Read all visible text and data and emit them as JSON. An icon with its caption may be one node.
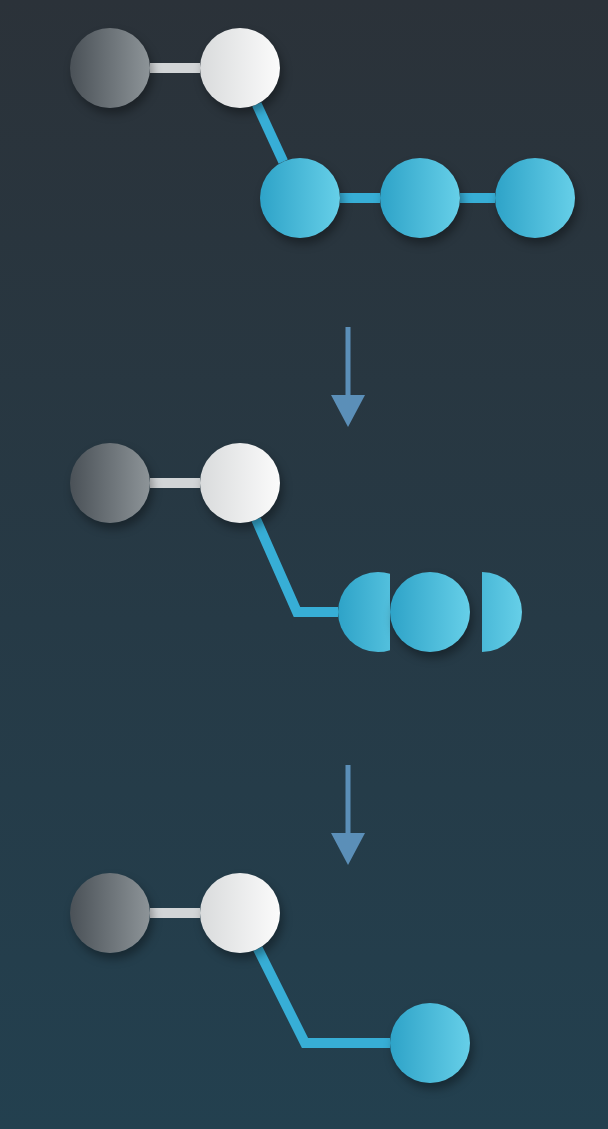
{
  "diagram": {
    "nodes": [
      {
        "text": [],
        "shape": "circle"
      },
      {
        "text": [],
        "shape": "circle"
      },
      {
        "text": [],
        "shape": "circle"
      },
      {
        "text": [],
        "shape": "circle"
      },
      {
        "text": [],
        "shape": "circle"
      },
      {
        "text": [],
        "shape": "circle"
      },
      {
        "text": [],
        "shape": "circle"
      },
      {
        "text": [],
        "shape": "circle"
      },
      {
        "text": [],
        "shape": "circle"
      },
      {
        "text": [],
        "shape": "circle"
      },
      {
        "text": [],
        "shape": "circle"
      },
      {
        "text": [],
        "shape": "circle"
      },
      {
        "text": [],
        "shape": "circle"
      }
    ],
    "edges": [
      {
        "from": 0,
        "to": 1,
        "arrow": "none",
        "color": "#d2d5d7"
      },
      {
        "from": 1,
        "to": 2,
        "arrow": "none"
      },
      {
        "from": 2,
        "to": 3,
        "arrow": "none"
      },
      {
        "from": 3,
        "to": 4,
        "arrow": "none"
      },
      {
        "from": 5,
        "to": 6,
        "arrow": "none",
        "color": "#d2d5d7"
      },
      {
        "from": 6,
        "to": 7,
        "arrow": "none"
      },
      {
        "from": 10,
        "to": 11,
        "arrow": "none",
        "color": "#d2d5d7"
      },
      {
        "from": 11,
        "to": 12,
        "arrow": "none"
      }
    ]
  }
}
